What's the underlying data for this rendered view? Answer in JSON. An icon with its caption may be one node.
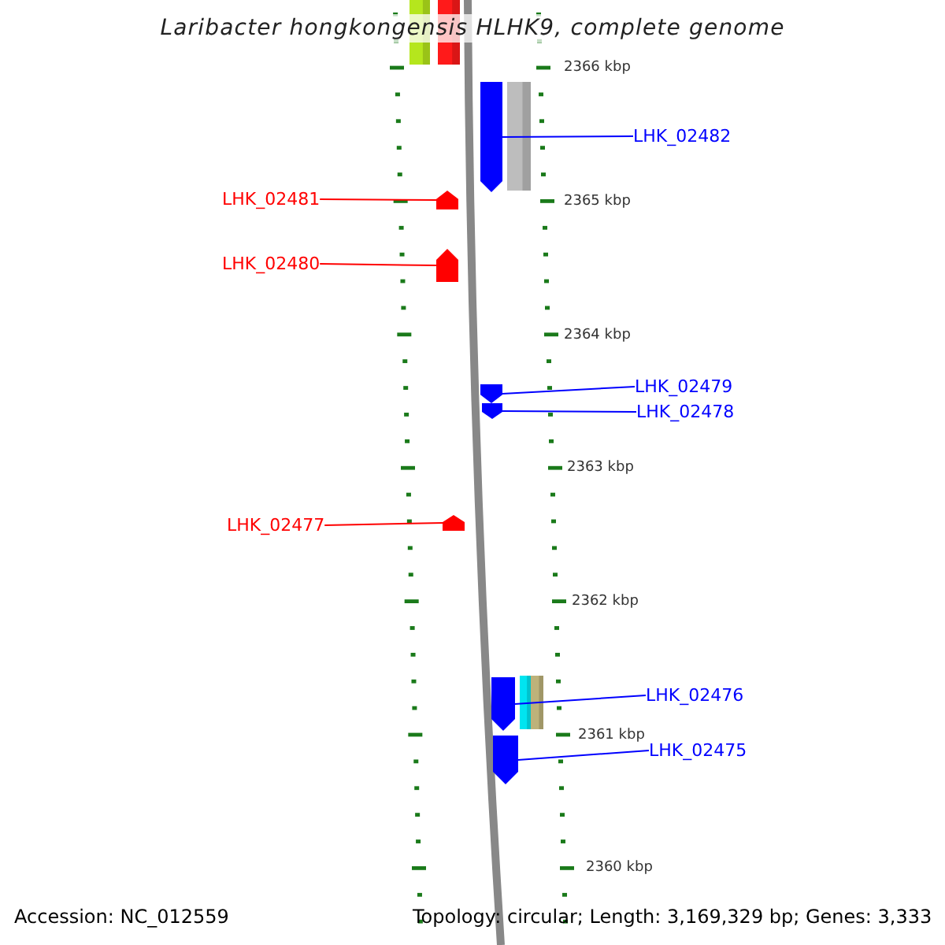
{
  "diagram": {
    "title": "Laribacter hongkongensis HLHK9, complete genome",
    "nodes": [
      {
        "text": [
          "LHK_02482"
        ]
      },
      {
        "text": [],
        "shape": "bar"
      },
      {
        "text": [
          "LHK_02481"
        ]
      },
      {
        "text": [],
        "shape": "bar"
      },
      {
        "text": [
          "LHK_02480"
        ]
      },
      {
        "text": [],
        "shape": "bar"
      },
      {
        "text": [
          "LHK_02479"
        ]
      },
      {
        "text": [],
        "shape": "bar"
      },
      {
        "text": [
          "LHK_02478"
        ]
      },
      {
        "text": [],
        "shape": "bar"
      },
      {
        "text": [
          "LHK_02477"
        ]
      },
      {
        "text": [],
        "shape": "bar"
      },
      {
        "text": [
          "LHK_02476"
        ]
      },
      {
        "text": [],
        "shape": "bar"
      },
      {
        "text": [
          "LHK_02475"
        ]
      },
      {
        "text": [],
        "shape": "bar"
      }
    ],
    "edges": [
      {
        "from": 0,
        "to": 1,
        "arrow": "none",
        "color": "#0000ff"
      },
      {
        "from": 2,
        "to": 3,
        "arrow": "none",
        "color": "#ff0000"
      },
      {
        "from": 4,
        "to": 5,
        "arrow": "none",
        "color": "#ff0000"
      },
      {
        "from": 6,
        "to": 7,
        "arrow": "none",
        "color": "#0000ff"
      },
      {
        "from": 8,
        "to": 9,
        "arrow": "none",
        "color": "#0000ff"
      },
      {
        "from": 10,
        "to": 11,
        "arrow": "none",
        "color": "#ff0000"
      },
      {
        "from": 12,
        "to": 13,
        "arrow": "none",
        "color": "#0000ff"
      },
      {
        "from": 14,
        "to": 15,
        "arrow": "none",
        "color": "#0000ff"
      }
    ],
    "labels": [
      "2366 kbp",
      "2365 kbp",
      "2364 kbp",
      "2363 kbp",
      "2362 kbp",
      "2361 kbp",
      "2360 kbp",
      "Accession: NC_012559",
      "Topology: circular; Length: 3,169,329 bp; Genes: 3,333"
    ]
  }
}
